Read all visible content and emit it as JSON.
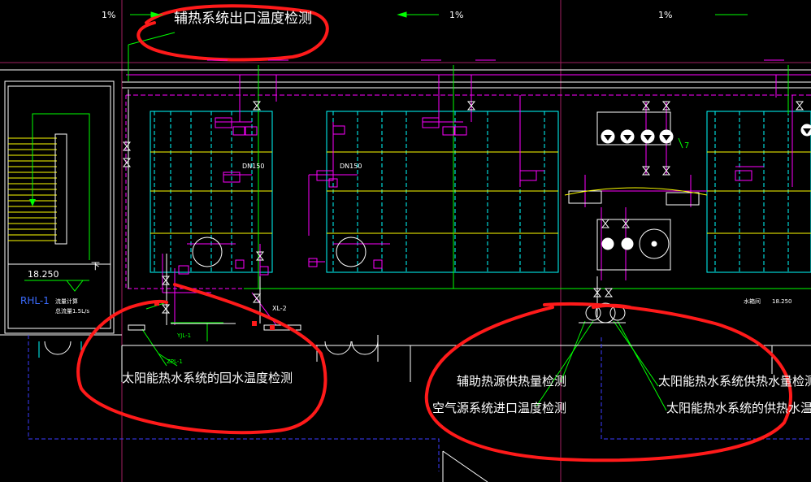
{
  "annotations": {
    "aux_outlet_temp": "辅热系统出口温度检测",
    "solar_return_temp": "太阳能热水系统的回水温度检测",
    "aux_heat_supply": "辅助热源供热量检测",
    "air_source_inlet_temp": "空气源系统进口温度检测",
    "solar_supply_volume": "太阳能热水系统供热水量检测",
    "solar_supply_temp": "太阳能热水系统的供热水温度"
  },
  "grades": [
    "1%",
    "1%",
    "1%"
  ],
  "elevations": {
    "left": "18.250",
    "right": "18.250"
  },
  "labels": {
    "rhl": "RHL-1",
    "down": "下",
    "dn1": "DN150",
    "dn2": "DN150",
    "xl2": "XL-2",
    "yjl": "YJL-1",
    "zpl": "ZPL-1",
    "num7": "7",
    "flow1": "流量计算",
    "flow2": "总流量1.5L/s",
    "water_tank": "水箱间"
  },
  "colors": {
    "background": "#000000",
    "frame": "#ffffff",
    "pipe_magenta": "#ff00ff",
    "pipe_green": "#00ff00",
    "tank_cyan": "#00ffff",
    "beam_yellow": "#ffff00",
    "dashed_blue": "#3b3bff",
    "annotation_red": "#ff1a1a"
  }
}
